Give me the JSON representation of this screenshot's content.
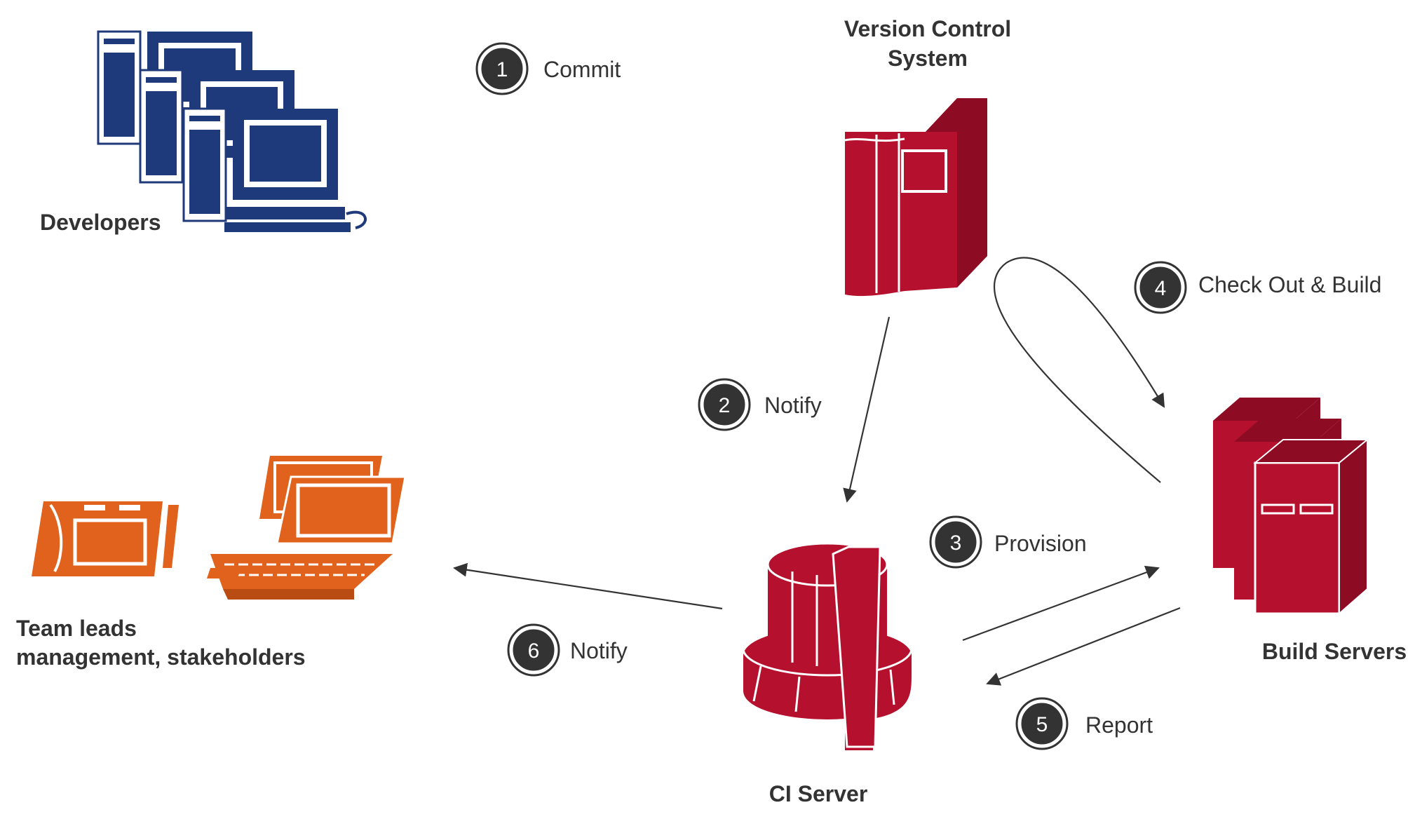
{
  "colors": {
    "developer_blue": "#1f3a7a",
    "server_red": "#b5112e",
    "team_orange": "#e0621c",
    "text": "#333333",
    "badge": "#333333"
  },
  "nodes": {
    "developers": {
      "label": "Developers"
    },
    "vcs": {
      "label_line1": "Version Control",
      "label_line2": "System"
    },
    "build_servers": {
      "label": "Build Servers"
    },
    "ci_server": {
      "label": "CI Server"
    },
    "team": {
      "label_line1": "Team leads",
      "label_line2": "management, stakeholders"
    }
  },
  "steps": [
    {
      "number": "1",
      "label": "Commit"
    },
    {
      "number": "2",
      "label": "Notify"
    },
    {
      "number": "3",
      "label": "Provision"
    },
    {
      "number": "4",
      "label": "Check Out & Build"
    },
    {
      "number": "5",
      "label": "Report"
    },
    {
      "number": "6",
      "label": "Notify"
    }
  ]
}
